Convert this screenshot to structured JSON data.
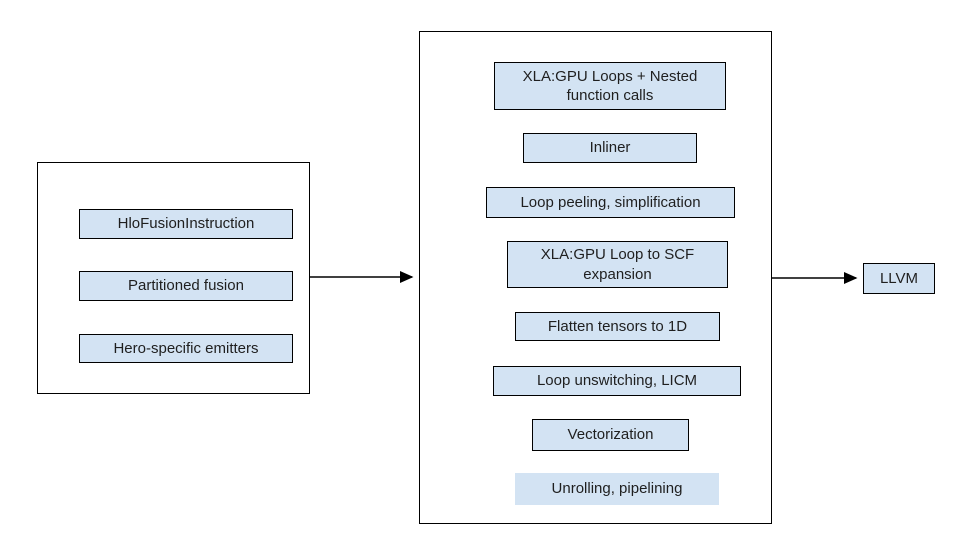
{
  "diagram": {
    "left_group": {
      "items": [
        {
          "label": "HloFusionInstruction"
        },
        {
          "label": "Partitioned fusion"
        },
        {
          "label": "Hero-specific emitters"
        }
      ]
    },
    "middle_group": {
      "items": [
        {
          "label": "XLA:GPU Loops + Nested function calls"
        },
        {
          "label": "Inliner"
        },
        {
          "label": "Loop peeling, simplification"
        },
        {
          "label": "XLA:GPU Loop to SCF expansion"
        },
        {
          "label": "Flatten tensors to 1D"
        },
        {
          "label": "Loop unswitching, LICM"
        },
        {
          "label": "Vectorization"
        },
        {
          "label": "Unrolling, pipelining"
        }
      ]
    },
    "output_node": {
      "label": "LLVM"
    },
    "colors": {
      "node_fill": "#d3e3f3",
      "node_border": "#000000",
      "container_border": "#000000",
      "text": "#1f1f1f",
      "background": "#ffffff"
    }
  }
}
